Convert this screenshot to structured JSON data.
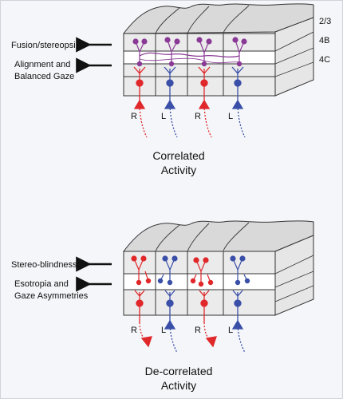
{
  "top_panel": {
    "layers": [
      "2/3",
      "4B",
      "4C"
    ],
    "outcomes": [
      "Fusion/stereopsis",
      "Alignment and",
      "Balanced Gaze"
    ],
    "eyes": [
      "R",
      "L",
      "R",
      "L"
    ],
    "caption": [
      "Correlated",
      "Activity"
    ]
  },
  "bottom_panel": {
    "outcomes": [
      "Stereo-blindness",
      "Esotropia and",
      "Gaze Asymmetries"
    ],
    "eyes": [
      "R",
      "L",
      "R",
      "L"
    ],
    "caption": [
      "De-correlated",
      "Activity"
    ]
  },
  "colors": {
    "right_eye": "#e0272a",
    "left_eye": "#3a4fa8",
    "binocular": "#8a3a96",
    "layer_4b": "#ffffff",
    "block": "#ebebeb",
    "outline": "#333333"
  }
}
